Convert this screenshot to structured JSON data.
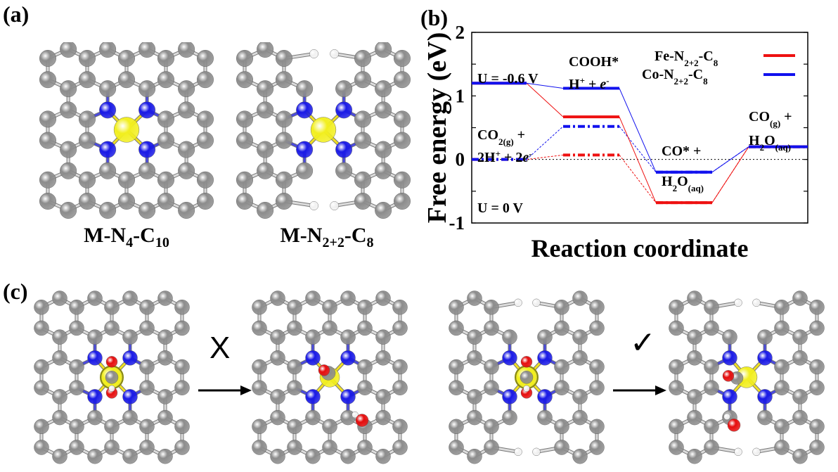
{
  "figure": {
    "panels": {
      "a": {
        "label": "(a)",
        "captions": [
          "M-N4-C10",
          "M-N2+2-C8"
        ]
      },
      "b": {
        "label": "(b)"
      },
      "c": {
        "label": "(c)",
        "marks": [
          "X",
          "✓"
        ]
      }
    }
  },
  "colors": {
    "carbon": "#8c8c8c",
    "nitrogen": "#1a1ae6",
    "metal": "#f2ef1f",
    "oxygen": "#e60d0d",
    "hydrogen": "#f2f2f2",
    "fe": "#ee1111",
    "co": "#1111ee"
  },
  "chart_data": {
    "type": "line",
    "title": "",
    "xlabel": "Reaction coordinate",
    "ylabel": "Free energy (eV)",
    "ylim": [
      -1,
      2
    ],
    "yticks": [
      -1,
      0,
      1,
      2
    ],
    "step_labels": [
      "CO2(g) + 2H+ + 2e-",
      "COOH* H+ + e-",
      "CO* + H2O(aq)",
      "CO(g) + H2O(aq)"
    ],
    "annotations": [
      "U = -0.6 V",
      "U = 0 V"
    ],
    "legend": [
      "Fe-N2+2-C8",
      "Co-N2+2-C8"
    ],
    "legend_position": "upper right",
    "series": [
      {
        "name": "Fe-N2+2-C8 (U = -0.6 V)",
        "color": "#ee1111",
        "style": "solid",
        "values": [
          1.2,
          0.67,
          -0.68,
          0.2
        ]
      },
      {
        "name": "Co-N2+2-C8 (U = -0.6 V)",
        "color": "#1111ee",
        "style": "solid",
        "values": [
          1.2,
          1.12,
          -0.2,
          0.2
        ]
      },
      {
        "name": "Fe-N2+2-C8 (U = 0 V)",
        "color": "#ee1111",
        "style": "dashdot",
        "values": [
          0.0,
          0.07,
          -0.68,
          0.2
        ]
      },
      {
        "name": "Co-N2+2-C8 (U = 0 V)",
        "color": "#1111ee",
        "style": "dashdot",
        "values": [
          0.0,
          0.52,
          -0.2,
          0.2
        ]
      }
    ]
  }
}
